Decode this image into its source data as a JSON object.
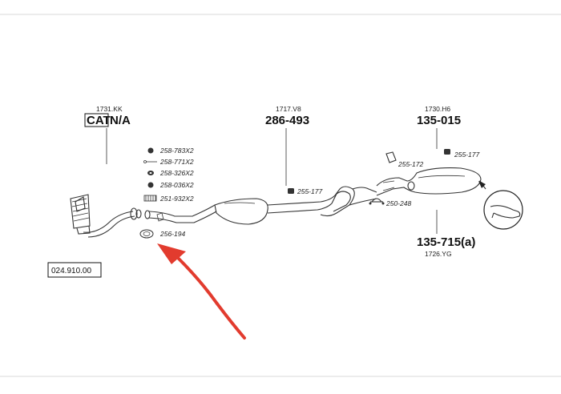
{
  "labels": {
    "cat_ref": "1731.KK",
    "cat_code": "CAT",
    "cat_na": "N/A",
    "mid_ref": "1717.V8",
    "mid_code": "286-493",
    "rear_ref": "1730.H6",
    "rear_code": "135-015",
    "silencer_code": "135-715(a)",
    "silencer_ref": "1726.YG",
    "footer_ref": "024.910.00"
  },
  "parts": [
    "258-783X2",
    "258-771X2",
    "258-326X2",
    "258-036X2",
    "251-932X2",
    "256-194",
    "255-177",
    "255-172",
    "255-177",
    "250-248"
  ],
  "colors": {
    "line": "#333333",
    "arrow": "#e23b2e",
    "divider": "#d9d9d9"
  }
}
